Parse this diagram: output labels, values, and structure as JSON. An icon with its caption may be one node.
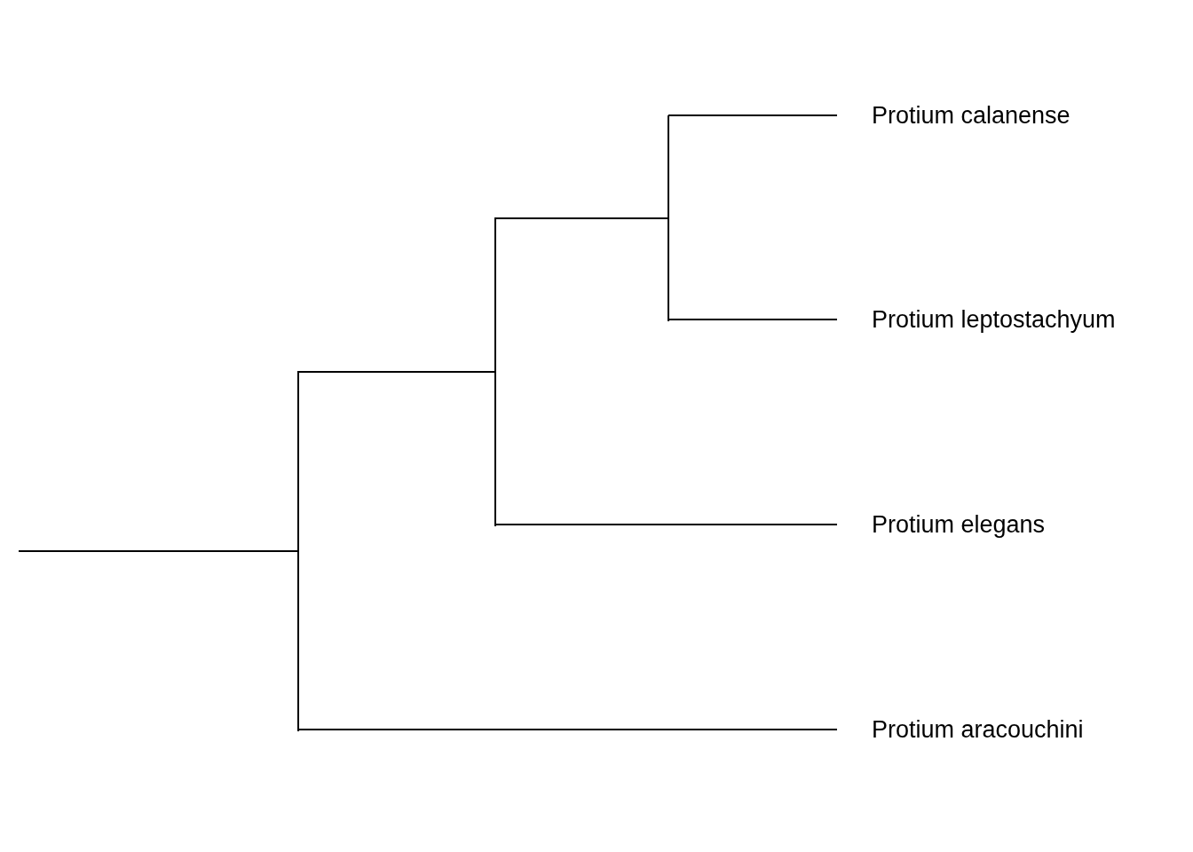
{
  "diagram": {
    "nodes": [
      {
        "text": [],
        "shape": "bar"
      },
      {
        "text": [],
        "shape": "bar"
      },
      {
        "text": [],
        "shape": "bar"
      },
      {
        "text": [
          "Protium calanense"
        ]
      },
      {
        "text": [
          "Protium leptostachyum"
        ]
      },
      {
        "text": [
          "Protium elegans"
        ]
      },
      {
        "text": [
          "Protium aracouchini"
        ]
      }
    ],
    "edges": [
      {
        "from": null,
        "to": 0,
        "arrow": "none"
      },
      {
        "from": 0,
        "to": 1,
        "arrow": "none"
      },
      {
        "from": 0,
        "to": 6,
        "arrow": "none"
      },
      {
        "from": 1,
        "to": 2,
        "arrow": "none"
      },
      {
        "from": 1,
        "to": 5,
        "arrow": "none"
      },
      {
        "from": 2,
        "to": 3,
        "arrow": "none"
      },
      {
        "from": 2,
        "to": 4,
        "arrow": "none"
      }
    ]
  }
}
